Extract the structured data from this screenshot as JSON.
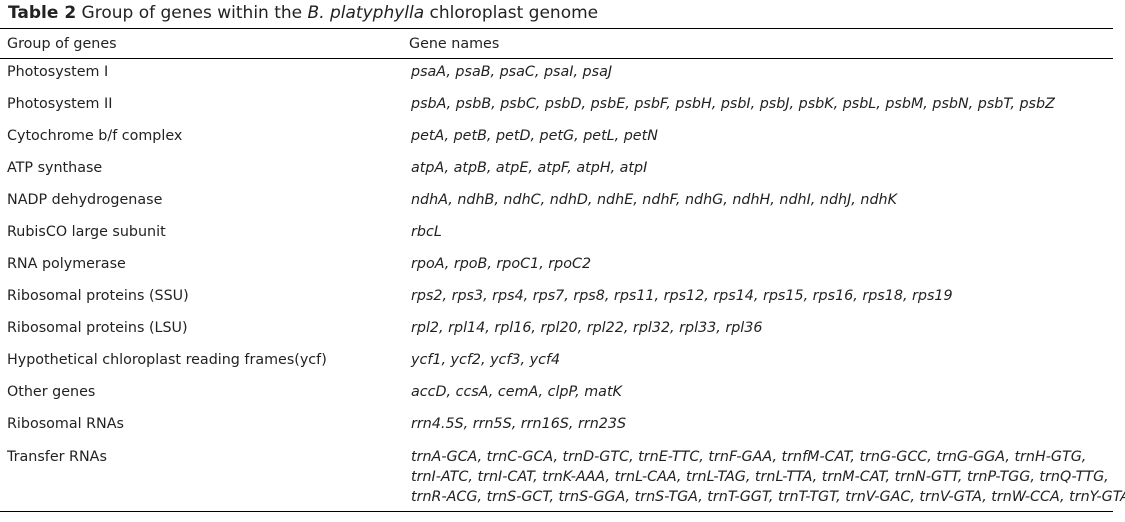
{
  "title": {
    "label": "Table 2",
    "pre": " Group of genes within the ",
    "species": "B. platyphylla",
    "post": " chloroplast genome"
  },
  "headers": [
    "Group of genes",
    "Gene names"
  ],
  "rows": [
    {
      "group": "Photosystem I",
      "genes": [
        "psaA, psaB, psaC, psaI, psaJ"
      ]
    },
    {
      "group": "Photosystem II",
      "genes": [
        "psbA, psbB, psbC, psbD, psbE, psbF, psbH, psbI, psbJ, psbK, psbL, psbM, psbN, psbT, psbZ"
      ]
    },
    {
      "group": "Cytochrome b/f complex",
      "genes": [
        "petA, petB, petD, petG, petL, petN"
      ]
    },
    {
      "group": "ATP synthase",
      "genes": [
        "atpA, atpB, atpE, atpF, atpH, atpI"
      ]
    },
    {
      "group": "NADP dehydrogenase",
      "genes": [
        "ndhA, ndhB, ndhC, ndhD, ndhE, ndhF, ndhG, ndhH, ndhI, ndhJ, ndhK"
      ]
    },
    {
      "group": "RubisCO large subunit",
      "genes": [
        "rbcL"
      ]
    },
    {
      "group": "RNA polymerase",
      "genes": [
        "rpoA, rpoB, rpoC1, rpoC2"
      ]
    },
    {
      "group": "Ribosomal proteins (SSU)",
      "genes": [
        "rps2, rps3, rps4, rps7, rps8, rps11, rps12, rps14, rps15, rps16, rps18, rps19"
      ]
    },
    {
      "group": "Ribosomal proteins (LSU)",
      "genes": [
        "rpl2, rpl14, rpl16, rpl20, rpl22, rpl32, rpl33, rpl36"
      ]
    },
    {
      "group": "Hypothetical chloroplast reading frames(ycf)",
      "genes": [
        "ycf1, ycf2, ycf3, ycf4"
      ]
    },
    {
      "group": "Other genes",
      "genes": [
        "accD, ccsA, cemA, clpP, matK"
      ]
    },
    {
      "group": "Ribosomal RNAs",
      "genes": [
        "rrn4.5S, rrn5S, rrn16S, rrn23S"
      ]
    },
    {
      "group": "Transfer RNAs",
      "genes": [
        "trnA-GCA, trnC-GCA, trnD-GTC, trnE-TTC, trnF-GAA, trnfM-CAT, trnG-GCC, trnG-GGA, trnH-GTG,",
        "trnI-ATC, trnI-CAT, trnK-AAA, trnL-CAA, trnL-TAG, trnL-TTA, trnM-CAT, trnN-GTT, trnP-TGG, trnQ-TTG,",
        "trnR-ACG, trnS-GCT, trnS-GGA, trnS-TGA, trnT-GGT, trnT-TGT, trnV-GAC, trnV-GTA, trnW-CCA, trnY-GTA"
      ]
    }
  ]
}
